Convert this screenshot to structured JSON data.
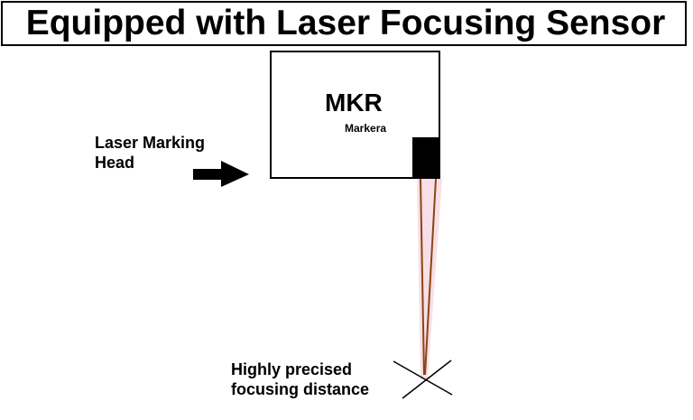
{
  "title": "Equipped with Laser Focusing Sensor",
  "head_label": {
    "line1": "Laser Marking",
    "line2": "Head"
  },
  "brand": {
    "name": "MKR",
    "subtitle": "Markera"
  },
  "focus_label": {
    "line1": "Highly precised",
    "line2": "focusing distance"
  },
  "colors": {
    "outline": "#000000",
    "sensor": "#000000",
    "beam": "#8b4513",
    "beam_glow": "#f4c6d4",
    "background": "#ffffff"
  },
  "icons": {
    "arrow": "arrow-right-icon",
    "focus_point": "cross-icon"
  }
}
